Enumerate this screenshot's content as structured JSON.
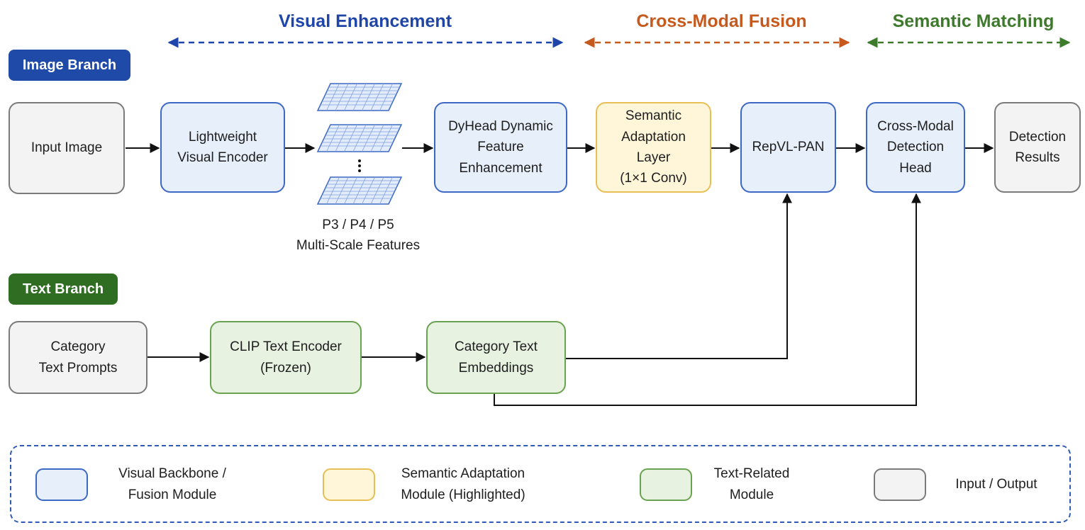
{
  "phases": {
    "visual": {
      "label": "Visual Enhancement",
      "color": "#1f45a8"
    },
    "fusion": {
      "label": "Cross-Modal Fusion",
      "color": "#c65a1e"
    },
    "matching": {
      "label": "Semantic Matching",
      "color": "#3e7a2c"
    }
  },
  "branches": {
    "image": {
      "label": "Image Branch",
      "color": "#1f4aa8"
    },
    "text": {
      "label": "Text Branch",
      "color": "#2f6e22"
    }
  },
  "nodes": {
    "input_image": "Input Image",
    "visual_encoder": "Lightweight\nVisual Encoder",
    "multi_scale_caption": "P3 / P4 / P5\nMulti-Scale Features",
    "dyhead": "DyHead Dynamic\nFeature Enhancement",
    "semantic_adaptation": "Semantic\nAdaptation Layer\n(1×1 Conv)",
    "repvl_pan": "RepVL-PAN",
    "detection_head": "Cross-Modal\nDetection Head",
    "detection_results": "Detection\nResults",
    "category_prompts": "Category\nText Prompts",
    "clip_encoder": "CLIP Text Encoder\n(Frozen)",
    "text_embeddings": "Category Text\nEmbeddings"
  },
  "legend": {
    "visual_backbone": "Visual Backbone /\nFusion Module",
    "semantic_module": "Semantic Adaptation\nModule (Highlighted)",
    "text_module": "Text-Related\nModule",
    "input_output": "Input / Output"
  }
}
